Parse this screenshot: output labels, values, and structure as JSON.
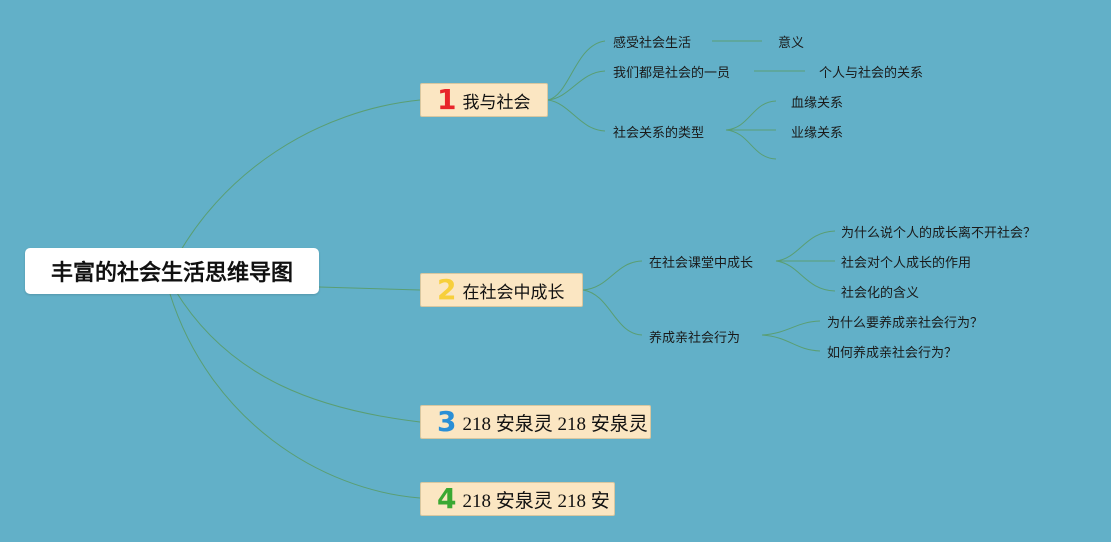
{
  "root": {
    "title": "丰富的社会生活思维导图"
  },
  "branches": [
    {
      "number": "1",
      "color": "#e8242a",
      "label": "我与社会"
    },
    {
      "number": "2",
      "color": "#f7cf3b",
      "label": "在社会中成长"
    },
    {
      "number": "3",
      "color": "#2a8fd6",
      "label": "218 安泉灵 218 安泉灵"
    },
    {
      "number": "4",
      "color": "#3aa832",
      "label": "218 安泉灵 218 安"
    }
  ],
  "topics": {
    "b1": {
      "feel": "感受社会生活",
      "meaning": "意义",
      "member": "我们都是社会的一员",
      "relation": "个人与社会的关系",
      "types": "社会关系的类型",
      "blood": "血缘关系",
      "work": "业缘关系"
    },
    "b2": {
      "classroom": "在社会课堂中成长",
      "why_grow": "为什么说个人的成长离不开社会？",
      "role": "社会对个人成长的作用",
      "socialization": "社会化的含义",
      "prosocial": "养成亲社会行为",
      "why_pro": "为什么要养成亲社会行为？",
      "how_pro": "如何养成亲社会行为？"
    }
  },
  "colors": {
    "background": "#62b0c8",
    "line": "#5a9e73",
    "branch_fill": "#fbe6c2"
  }
}
